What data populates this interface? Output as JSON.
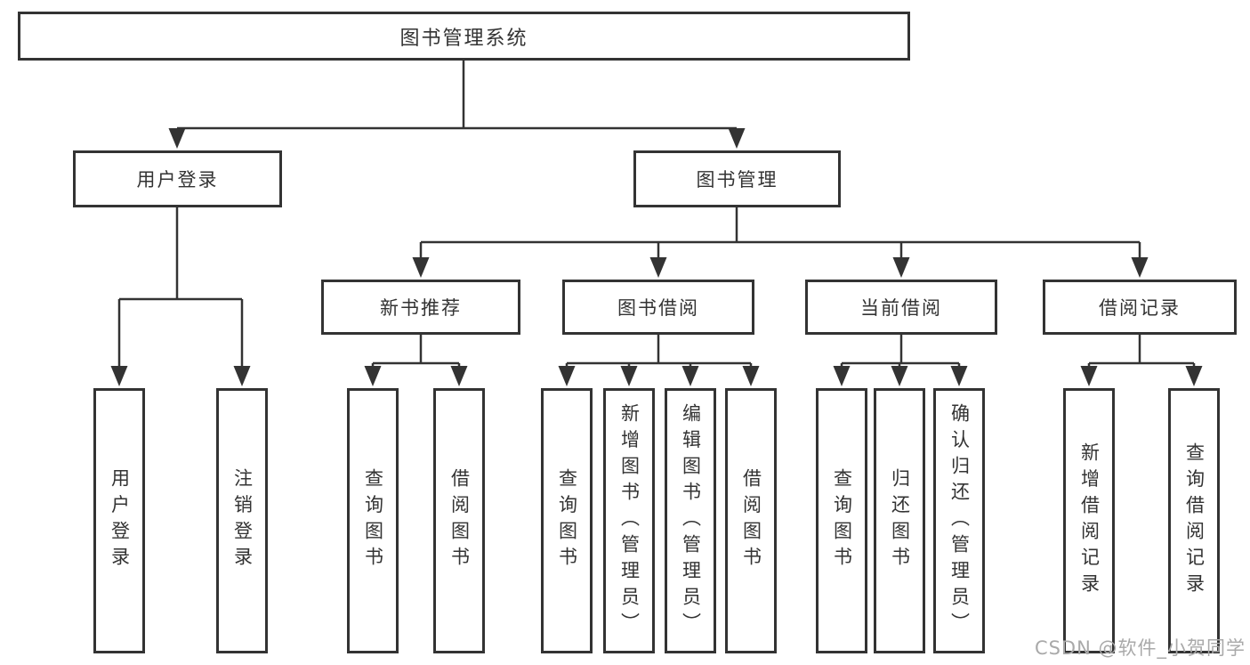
{
  "colors": {
    "line": "#333333",
    "box_border": "#333333",
    "text": "#333333",
    "watermark": "#a9a9a9",
    "background": "#ffffff"
  },
  "watermark": "CSDN @软件_小贺同学",
  "nodes": {
    "root": "图书管理系统",
    "user_login": "用户登录",
    "book_management": "图书管理",
    "new_book_recommend": "新书推荐",
    "book_borrowing": "图书借阅",
    "current_borrowing": "当前借阅",
    "borrowing_records": "借阅记录",
    "login": "用户登录",
    "logout": "注销登录",
    "rec_query_books": "查询图书",
    "rec_borrow_books": "借阅图书",
    "borrow_query_books": "查询图书",
    "borrow_add_books": "新增图书（管理员）",
    "borrow_edit_books": "编辑图书（管理员）",
    "borrow_borrow_books": "借阅图书",
    "current_query_books": "查询图书",
    "current_return_books": "归还图书",
    "current_confirm_return": "确认归还（管理员）",
    "records_add_record": "新增借阅记录",
    "records_query_record": "查询借阅记录"
  },
  "structure": [
    {
      "parent": "图书管理系统",
      "children": [
        "用户登录",
        "图书管理"
      ]
    },
    {
      "parent": "用户登录",
      "children": [
        "用户登录",
        "注销登录"
      ]
    },
    {
      "parent": "图书管理",
      "children": [
        "新书推荐",
        "图书借阅",
        "当前借阅",
        "借阅记录"
      ]
    },
    {
      "parent": "新书推荐",
      "children": [
        "查询图书",
        "借阅图书"
      ]
    },
    {
      "parent": "图书借阅",
      "children": [
        "查询图书",
        "新增图书（管理员）",
        "编辑图书（管理员）",
        "借阅图书"
      ]
    },
    {
      "parent": "当前借阅",
      "children": [
        "查询图书",
        "归还图书",
        "确认归还（管理员）"
      ]
    },
    {
      "parent": "借阅记录",
      "children": [
        "新增借阅记录",
        "查询借阅记录"
      ]
    }
  ]
}
